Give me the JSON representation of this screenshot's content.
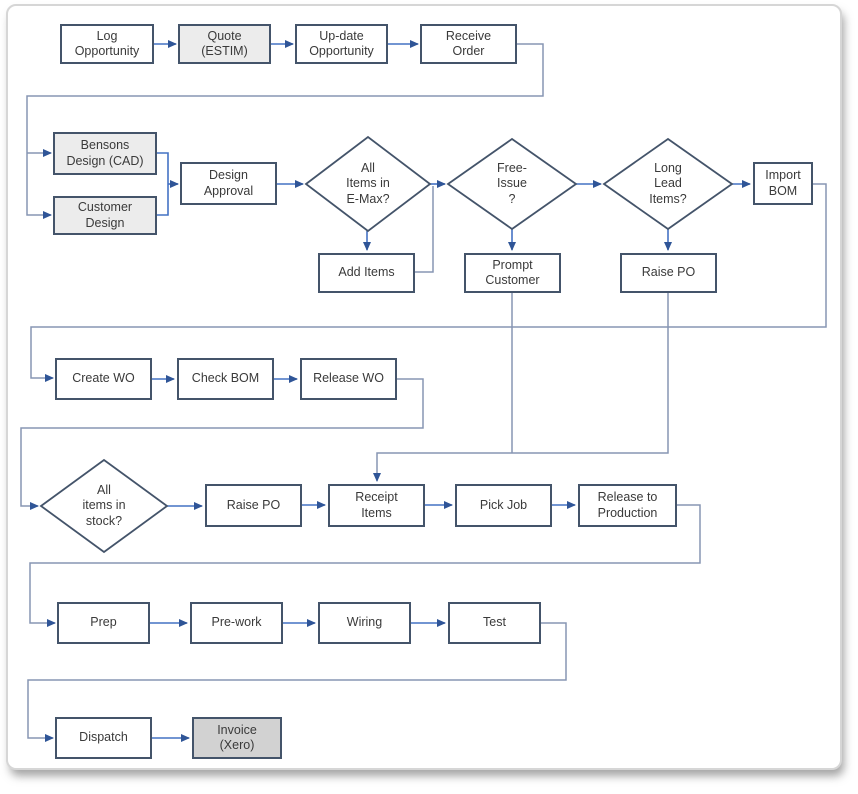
{
  "diagram": {
    "type": "flowchart",
    "colors": {
      "box_border": "#44546a",
      "box_fill_white": "#ffffff",
      "box_fill_light_gray": "#ececec",
      "box_fill_dark_gray": "#d2d2d2",
      "arrow_line": "#4472c4",
      "connector_line": "#8796b4",
      "arrowhead": "#2f5597",
      "text": "#3a3a3a",
      "frame_border": "#d6d6d6"
    }
  },
  "nodes": {
    "log_opportunity": {
      "label": "Log\nOpportunity"
    },
    "quote_estim": {
      "label": "Quote\n(ESTIM)"
    },
    "update_opportunity": {
      "label": "Up-date\nOpportunity"
    },
    "receive_order": {
      "label": "Receive\nOrder"
    },
    "bensons_design": {
      "label": "Bensons\nDesign (CAD)"
    },
    "customer_design": {
      "label": "Customer\nDesign"
    },
    "design_approval": {
      "label": "Design\nApproval"
    },
    "all_items_emax": {
      "label": "All\nItems in\nE-Max?"
    },
    "free_issue": {
      "label": "Free-\nIssue\n?"
    },
    "long_lead": {
      "label": "Long\nLead\nItems?"
    },
    "import_bom": {
      "label": "Import\nBOM"
    },
    "add_items": {
      "label": "Add Items"
    },
    "prompt_customer": {
      "label": "Prompt\nCustomer"
    },
    "raise_po_long_lead": {
      "label": "Raise PO"
    },
    "create_wo": {
      "label": "Create WO"
    },
    "check_bom": {
      "label": "Check BOM"
    },
    "release_wo": {
      "label": "Release WO"
    },
    "all_items_stock": {
      "label": "All\nitems in\nstock?"
    },
    "raise_po_stock": {
      "label": "Raise PO"
    },
    "receipt_items": {
      "label": "Receipt\nItems"
    },
    "pick_job": {
      "label": "Pick Job"
    },
    "release_to_production": {
      "label": "Release to\nProduction"
    },
    "prep": {
      "label": "Prep"
    },
    "pre_work": {
      "label": "Pre-work"
    },
    "wiring": {
      "label": "Wiring"
    },
    "test": {
      "label": "Test"
    },
    "dispatch": {
      "label": "Dispatch"
    },
    "invoice_xero": {
      "label": "Invoice\n(Xero)"
    }
  },
  "edges": [
    "log_opportunity -> quote_estim",
    "quote_estim -> update_opportunity",
    "update_opportunity -> receive_order",
    "receive_order -> bensons_design",
    "receive_order -> customer_design",
    "bensons_design -> design_approval",
    "customer_design -> design_approval",
    "design_approval -> all_items_emax",
    "all_items_emax -> free_issue",
    "all_items_emax -> add_items",
    "add_items -> all_items_emax_free_issue_join",
    "free_issue -> long_lead",
    "free_issue -> prompt_customer",
    "long_lead -> raise_po_long_lead",
    "long_lead -> import_bom",
    "import_bom -> create_wo",
    "prompt_customer -> receipt_items",
    "raise_po_long_lead -> receipt_items",
    "create_wo -> check_bom",
    "check_bom -> release_wo",
    "release_wo -> all_items_stock",
    "all_items_stock -> raise_po_stock",
    "raise_po_stock -> receipt_items",
    "receipt_items -> pick_job",
    "pick_job -> release_to_production",
    "release_to_production -> prep",
    "prep -> pre_work",
    "pre_work -> wiring",
    "wiring -> test",
    "test -> dispatch",
    "dispatch -> invoice_xero"
  ]
}
